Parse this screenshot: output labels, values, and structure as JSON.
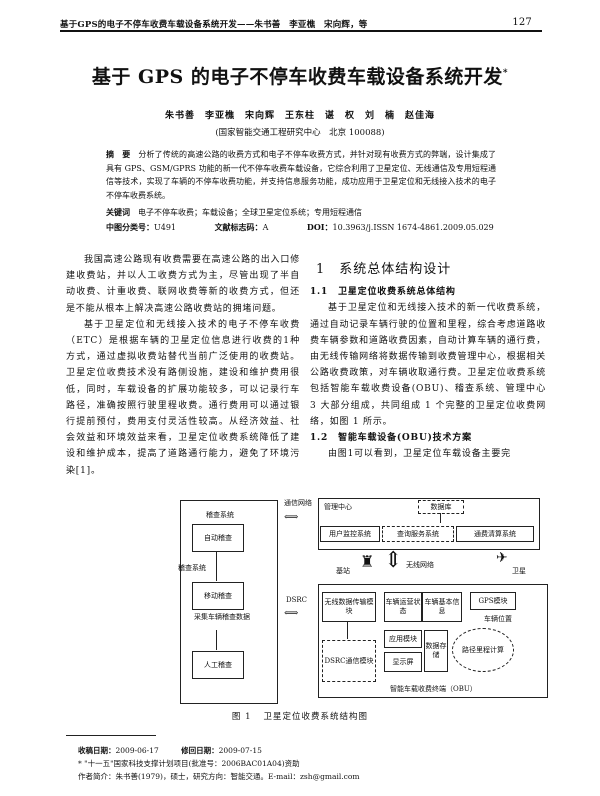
{
  "running_header": {
    "text": "基于GPS的电子不停车收费车载设备系统开发——朱书善　李亚樵　宋向辉，等",
    "page_number": "127"
  },
  "title": {
    "text": "基于 GPS 的电子不停车收费车载设备系统开发",
    "footnote_mark": "*"
  },
  "authors": "朱书善　李亚樵　宋向辉　王东柱　谌　权　刘　楠　赵佳海",
  "affiliation": "(国家智能交通工程研究中心　北京 100088)",
  "abstract": {
    "label": "摘　要",
    "text": "分析了传统的高速公路的收费方式和电子不停车收费方式，并针对现有收费方式的弊端，设计集成了具有 GPS、GSM/GPRS 功能的新一代不停车收费车载设备，它综合利用了卫星定位、无线通信及专用短程通信等技术，实现了车辆的不停车收费功能，并支持信息服务功能，成功应用于卫星定位和无线接入技术的电子不停车收费系统。"
  },
  "keywords": {
    "label": "关键词",
    "text": "电子不停车收费；车载设备；全球卫星定位系统；专用短程通信"
  },
  "classification": {
    "clc_label": "中图分类号：",
    "clc_value": "U491",
    "doc_code_label": "文献标志码：",
    "doc_code_value": "A",
    "doi_label": "DOI：",
    "doi_value": "10.3963/j.ISSN 1674-4861.2009.05.029"
  },
  "left_column": {
    "paragraphs": [
      "我国高速公路现有收费需要在高速公路的出入口修建收费站，并以人工收费方式为主，尽管出现了半自动收费、计重收费、联网收费等新的收费方式，但还是不能从根本上解决高速公路收费站的拥堵问题。",
      "基于卫星定位和无线接入技术的电子不停车收费（ETC）是根据车辆的卫星定位信息进行收费的1种方式，通过虚拟收费站替代当前广泛使用的收费站。卫星定位收费技术没有路侧设施，建设和维护费用很低，同时，车载设备的扩展功能较多，可以记录行车路径，准确按照行驶里程收费。通行费用可以通过银行提前预付，费用支付灵活性较高。从经济效益、社会效益和环境效益来看，卫星定位收费系统降低了建设和维护成本，提高了道路通行能力，避免了环境污染[1]。"
    ]
  },
  "right_column": {
    "section1": {
      "number": "1",
      "title": "系统总体结构设计"
    },
    "section1_1": {
      "number": "1.1",
      "title": "卫星定位收费系统总体结构"
    },
    "paragraph1": "基于卫星定位和无线接入技术的新一代收费系统，通过自动记录车辆行驶的位置和里程，综合考虑道路收费车辆参数和道路收费因素，自动计算车辆的通行费，由无线传输网络将数据传输到收费管理中心，根据相关公路收费政策，对车辆收取通行费。卫星定位收费系统包括智能车载收费设备(OBU)、稽查系统、管理中心 3 大部分组成，共同组成 1 个完整的卫星定位收费网络，如图 1 所示。",
    "section1_2": {
      "number": "1.2",
      "title": "智能车载设备(OBU)技术方案"
    },
    "paragraph2": "由图1可以看到，卫星定位车载设备主要完"
  },
  "figure": {
    "caption_number": "图 1",
    "caption_text": "卫星定位收费系统结构图",
    "nodes": {
      "inspection_system": "稽查系统",
      "auto_inspection": "自动稽查",
      "inspection_system_2": "稽查系统",
      "mobile_inspection": "移动稽查",
      "collect_vehicle_data": "采集车辆稽查数据",
      "manual_inspection": "人工稽查",
      "toll_calc_link": "通信网络",
      "management_center": "管理中心",
      "database": "数据库",
      "user_monitor": "用户监控系统",
      "query_service": "查询服务系统",
      "toll_settlement": "通费清算系统",
      "base_station": "基站",
      "wireless_network": "无线网络",
      "satellite": "卫星",
      "dsrc": "DSRC",
      "wireless_module": "无线数据传输模块",
      "dsrc_module": "DSRC通信模块",
      "vehicle_toll_comp": "车辆运营状态",
      "vehicle_info": "车辆基本信息",
      "gps_module": "GPS模块",
      "vehicle_position": "车辆位置",
      "app_module": "应用模块",
      "data_storage": "数据存储",
      "toll_calc": "路径里程计算",
      "display": "显示屏",
      "obu_label": "智能车载收费终端（OBU）"
    }
  },
  "footnotes": {
    "received_label": "收稿日期：",
    "received_value": "2009-06-17",
    "revised_label": "修回日期：",
    "revised_value": "2009-07-15",
    "funding": "* \"十一五\"国家科技支撑计划项目(批准号：2006BAC01A04)资助",
    "author_bio": "作者简介：朱书善(1979)，硕士，研究方向：智能交通。E-mail：zsh@gmail.com"
  }
}
